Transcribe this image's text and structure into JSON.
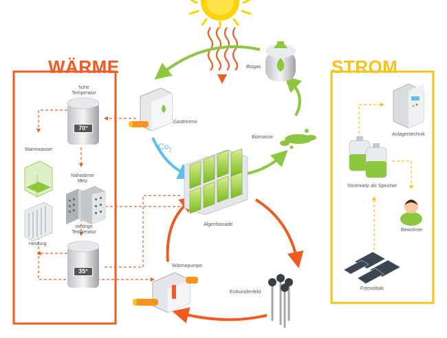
{
  "titles": {
    "waerme": "WÄRME",
    "strom": "STROM"
  },
  "labels": {
    "hohe_temperatur": [
      "hohe",
      "Temperatur"
    ],
    "warmwasser": "Warmwasser",
    "nahwaerme_netz": [
      "Nahwärme",
      "Netz"
    ],
    "heizung": "Heizung",
    "niedrige_temperatur": [
      "niedrige",
      "Temperatur"
    ],
    "gastherme": "Gastherme",
    "biogas": "Biogas",
    "biomasse": "Biomasse",
    "co2": "Co",
    "co2_sub": "2",
    "algenfassade": "Algenfassade",
    "waermepumpe": "Wärmepumpe",
    "erdsondenfeld": "Erdsondenfeld",
    "anlagentechnik": "Anlagentechnik",
    "stromnetz": "Stromnetz als Speicher",
    "bewohner": "Bewohner",
    "fotovoltaik": "Fotovoltaik"
  },
  "temps": {
    "high": "70°",
    "low": "35°"
  },
  "colors": {
    "waerme": "#f15a22",
    "strom": "#f7c21a",
    "green": "#8dc63f",
    "blue": "#5bc0eb",
    "sun": "#ffd200"
  }
}
